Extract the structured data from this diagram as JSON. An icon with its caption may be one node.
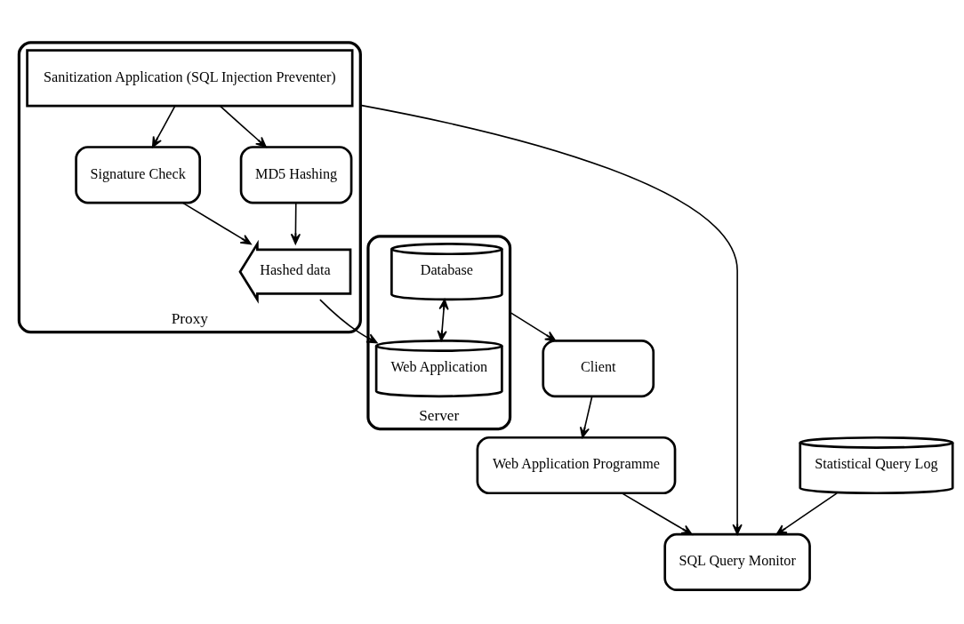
{
  "diagram": {
    "nodes": [
      {
        "text": [
          "Client"
        ]
      },
      {
        "text": [
          "Web Application Programme"
        ]
      },
      {
        "text": [
          "SQL Query Monitor"
        ]
      },
      {
        "text": [
          "Server"
        ]
      },
      {
        "text": [
          "Database"
        ],
        "in": 3
      },
      {
        "text": [
          "Web Application"
        ],
        "in": 3
      },
      {
        "text": [
          "Proxy"
        ]
      },
      {
        "text": [
          "Sanitization Application (SQL Injection Preventer)"
        ],
        "in": 6
      },
      {
        "text": [
          "Signature Check"
        ],
        "in": 6
      },
      {
        "text": [
          "MD5 Hashing"
        ],
        "in": 6
      },
      {
        "text": [
          "Hashed data"
        ],
        "in": 6
      },
      {
        "text": [
          "Statistical Query Log"
        ]
      }
    ],
    "edges": [
      {
        "from": 3,
        "to": 0,
        "arrow": "to"
      },
      {
        "from": 0,
        "to": 1,
        "arrow": "to"
      },
      {
        "from": 1,
        "to": 2,
        "arrow": "to"
      },
      {
        "from": 4,
        "to": 5,
        "arrow": "both"
      },
      {
        "from": 7,
        "to": 8,
        "arrow": "to"
      },
      {
        "from": 7,
        "to": 9,
        "arrow": "to"
      },
      {
        "from": 8,
        "to": 10,
        "arrow": "to"
      },
      {
        "from": 9,
        "to": 10,
        "arrow": "to"
      },
      {
        "from": 10,
        "to": 5,
        "arrow": "to"
      },
      {
        "from": 6,
        "to": 2,
        "arrow": "to"
      },
      {
        "from": 11,
        "to": 2,
        "arrow": "to"
      }
    ]
  }
}
